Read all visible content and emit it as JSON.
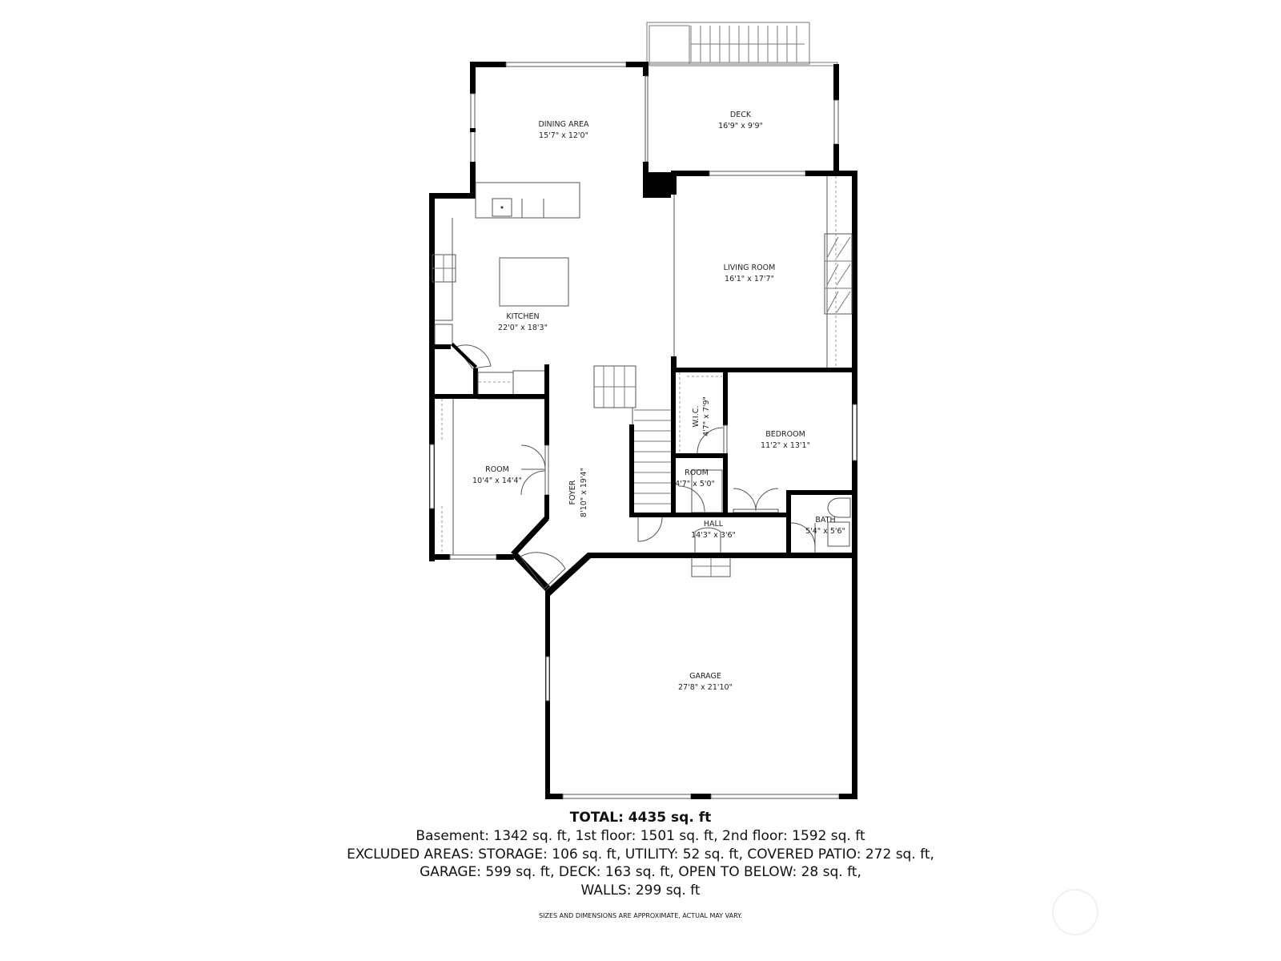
{
  "floorplan": {
    "rooms": [
      {
        "id": "dining",
        "name": "DINING AREA",
        "dims": "15'7\" x 12'0\""
      },
      {
        "id": "deck",
        "name": "DECK",
        "dims": "16'9\" x 9'9\""
      },
      {
        "id": "kitchen",
        "name": "KITCHEN",
        "dims": "22'0\" x 18'3\""
      },
      {
        "id": "living",
        "name": "LIVING ROOM",
        "dims": "16'1\" x 17'7\""
      },
      {
        "id": "room1",
        "name": "ROOM",
        "dims": "10'4\" x 14'4\""
      },
      {
        "id": "foyer",
        "name": "FOYER",
        "dims": "8'10\" x 19'4\""
      },
      {
        "id": "wic",
        "name": "W.I.C.",
        "dims": "4'7\" x 7'9\""
      },
      {
        "id": "bedroom",
        "name": "BEDROOM",
        "dims": "11'2\" x 13'1\""
      },
      {
        "id": "room2",
        "name": "ROOM",
        "dims": "4'7\" x 5'0\""
      },
      {
        "id": "hall",
        "name": "HALL",
        "dims": "14'3\" x 3'6\""
      },
      {
        "id": "bath",
        "name": "BATH",
        "dims": "5'4\" x 5'6\""
      },
      {
        "id": "garage",
        "name": "GARAGE",
        "dims": "27'8\" x 21'10\""
      }
    ]
  },
  "summary": {
    "total": "TOTAL: 4435 sq. ft",
    "floors": "Basement: 1342 sq. ft, 1st floor: 1501 sq. ft, 2nd floor: 1592 sq. ft",
    "excluded_1": "EXCLUDED AREAS: STORAGE: 106 sq. ft, UTILITY: 52 sq. ft, COVERED PATIO: 272 sq. ft,",
    "excluded_2": "GARAGE: 599 sq. ft, DECK: 163 sq. ft, OPEN TO BELOW: 28 sq. ft,",
    "excluded_3": "WALLS: 299 sq. ft",
    "disclaimer": "SIZES AND DIMENSIONS ARE APPROXIMATE, ACTUAL MAY VARY."
  }
}
